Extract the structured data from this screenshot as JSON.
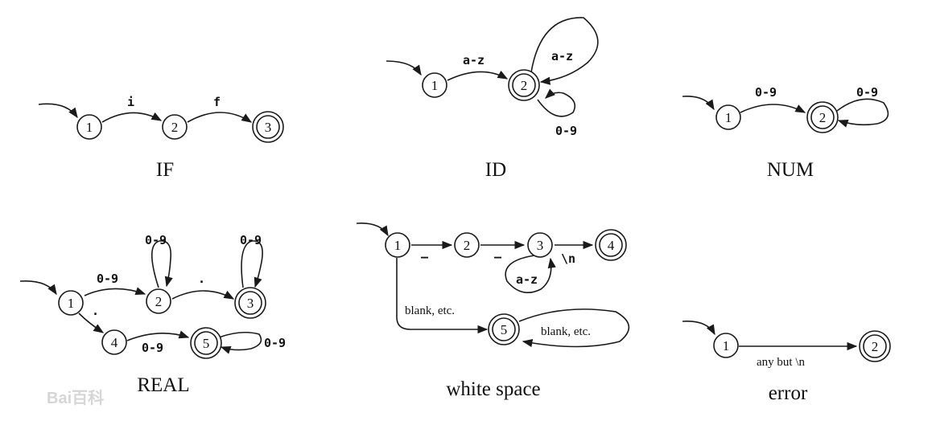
{
  "watermark": "Bai百科",
  "automata": [
    {
      "title": "IF",
      "states": [
        "1",
        "2",
        "3"
      ],
      "edges": [
        "i",
        "f"
      ]
    },
    {
      "title": "ID",
      "states": [
        "1",
        "2"
      ],
      "edges": [
        "a-z",
        "a-z",
        "0-9"
      ]
    },
    {
      "title": "NUM",
      "states": [
        "1",
        "2"
      ],
      "edges": [
        "0-9",
        "0-9"
      ]
    },
    {
      "title": "REAL",
      "states": [
        "1",
        "2",
        "3",
        "4",
        "5"
      ],
      "edges": [
        "0-9",
        "0-9",
        ".",
        "0-9",
        ".",
        "0-9",
        "0-9"
      ]
    },
    {
      "title": "white space",
      "states": [
        "1",
        "2",
        "3",
        "4",
        "5"
      ],
      "edges": [
        "–",
        "–",
        "\\n",
        "a-z",
        "blank, etc.",
        "blank, etc."
      ]
    },
    {
      "title": "error",
      "states": [
        "1",
        "2"
      ],
      "edges": [
        "any but \\n"
      ]
    }
  ]
}
